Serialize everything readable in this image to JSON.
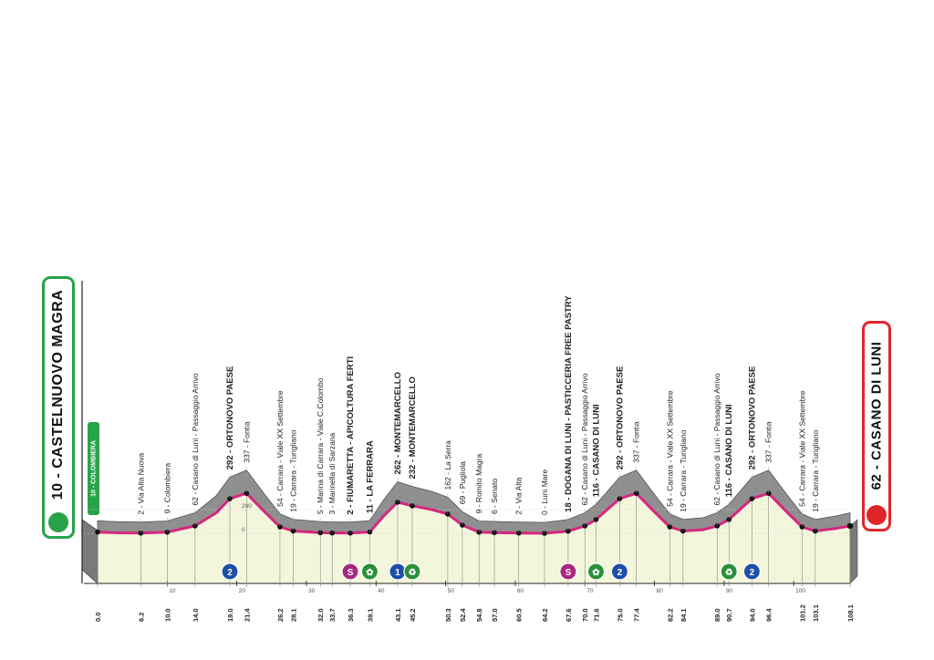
{
  "start": {
    "label": "10 - CASTELNUOVO MAGRA",
    "badge": "10 - COLOMBIERA"
  },
  "finish": {
    "label": "62 - CASANO DI LUNI"
  },
  "colors": {
    "start": "#27a34a",
    "finish": "#e0262b",
    "route_line": "#d6277f",
    "profile_fill": "#8f8f8f",
    "under_fill": "#f4f6dc",
    "sprint": "#a8267f",
    "sign": "#1e4fa8",
    "feed": "#2a8f3a"
  },
  "total_km": 108.1,
  "axis_ticks": [
    "10",
    "20",
    "30",
    "40",
    "50",
    "60",
    "70",
    "80",
    "90",
    "100"
  ],
  "elevation_ticks": [
    "200",
    "0"
  ],
  "locations": [
    {
      "km": 0.0,
      "km_label": "0.0",
      "label": "",
      "major": false
    },
    {
      "km": 6.2,
      "km_label": "6.2",
      "label": "2 - Via Alta Nuova",
      "major": false
    },
    {
      "km": 10.0,
      "km_label": "10.0",
      "label": "9 - Colombiera",
      "major": false
    },
    {
      "km": 14.0,
      "km_label": "14.0",
      "label": "62 - Casano di Luni - Passaggio Arrivo",
      "major": false
    },
    {
      "km": 19.0,
      "km_label": "19.0",
      "label": "292 - ORTONOVO PAESE",
      "major": true
    },
    {
      "km": 21.4,
      "km_label": "21.4",
      "label": "337 - Fontia",
      "major": false
    },
    {
      "km": 26.2,
      "km_label": "26.2",
      "label": "54 - Carrara - Viale XX Settembre",
      "major": false
    },
    {
      "km": 28.1,
      "km_label": "28.1",
      "label": "19 - Carrara - Turigliano",
      "major": false
    },
    {
      "km": 32.0,
      "km_label": "32.0",
      "label": "5 - Marina di Carrara - Viale C.Colombo",
      "major": false
    },
    {
      "km": 33.7,
      "km_label": "33.7",
      "label": "3 - Marinella di Sarzana",
      "major": false
    },
    {
      "km": 36.3,
      "km_label": "36.3",
      "label": "2 - FIUMARETTA - APICOLTURA FERTI",
      "major": true
    },
    {
      "km": 39.1,
      "km_label": "39.1",
      "label": "11 - LA FERRARA",
      "major": true
    },
    {
      "km": 43.1,
      "km_label": "43.1",
      "label": "262 - MONTEMARCELLO",
      "major": true
    },
    {
      "km": 45.2,
      "km_label": "45.2",
      "label": "232 - MONTEMARCELLO",
      "major": true
    },
    {
      "km": 50.3,
      "km_label": "50.3",
      "label": "162 - La Serra",
      "major": false
    },
    {
      "km": 52.4,
      "km_label": "52.4",
      "label": "69 - Pugliola",
      "major": false
    },
    {
      "km": 54.8,
      "km_label": "54.8",
      "label": "9 - Romito Magra",
      "major": false
    },
    {
      "km": 57.0,
      "km_label": "57.0",
      "label": "6 - Senato",
      "major": false
    },
    {
      "km": 60.5,
      "km_label": "60.5",
      "label": "2 - Via Alta",
      "major": false
    },
    {
      "km": 64.2,
      "km_label": "64.2",
      "label": "0 - Luni Mare",
      "major": false
    },
    {
      "km": 67.6,
      "km_label": "67.6",
      "label": "18 - DOGANA DI LUNI - PASTICCERIA FREE PASTRY",
      "major": true
    },
    {
      "km": 70.0,
      "km_label": "70.0",
      "label": "62 - Casano di Luni - Passaggio Arrivo",
      "major": false
    },
    {
      "km": 71.6,
      "km_label": "71.6",
      "label": "116 - CASANO DI LUNI",
      "major": true
    },
    {
      "km": 75.0,
      "km_label": "75.0",
      "label": "292 - ORTONOVO PAESE",
      "major": true
    },
    {
      "km": 77.4,
      "km_label": "77.4",
      "label": "337 - Fontia",
      "major": false
    },
    {
      "km": 82.2,
      "km_label": "82.2",
      "label": "54 - Carrara - Viale XX Settembre",
      "major": false
    },
    {
      "km": 84.1,
      "km_label": "84.1",
      "label": "19 - Carrara - Turigliano",
      "major": false
    },
    {
      "km": 89.0,
      "km_label": "89.0",
      "label": "62 - Casano di Luni - Passaggio Arrivo",
      "major": false
    },
    {
      "km": 90.7,
      "km_label": "90.7",
      "label": "116 - CASANO DI LUNI",
      "major": true
    },
    {
      "km": 94.0,
      "km_label": "94.0",
      "label": "292 - ORTONOVO PAESE",
      "major": true
    },
    {
      "km": 96.4,
      "km_label": "96.4",
      "label": "337 - Fontia",
      "major": false
    },
    {
      "km": 101.2,
      "km_label": "101.2",
      "label": "54 - Carrara - Viale XX Settembre",
      "major": false
    },
    {
      "km": 103.1,
      "km_label": "103.1",
      "label": "19 - Carrara - Turigliano",
      "major": false
    },
    {
      "km": 108.1,
      "km_label": "108.1",
      "label": "",
      "major": false
    }
  ],
  "profile": [
    [
      0,
      10
    ],
    [
      3,
      4
    ],
    [
      6.2,
      2
    ],
    [
      10,
      9
    ],
    [
      14,
      62
    ],
    [
      17,
      170
    ],
    [
      19,
      292
    ],
    [
      21.4,
      337
    ],
    [
      24,
      180
    ],
    [
      26.2,
      54
    ],
    [
      28.1,
      19
    ],
    [
      32,
      5
    ],
    [
      33.7,
      3
    ],
    [
      36.3,
      2
    ],
    [
      39.1,
      11
    ],
    [
      41,
      140
    ],
    [
      43.1,
      262
    ],
    [
      45.2,
      232
    ],
    [
      48,
      200
    ],
    [
      50.3,
      162
    ],
    [
      52.4,
      69
    ],
    [
      54.8,
      9
    ],
    [
      57,
      6
    ],
    [
      60.5,
      2
    ],
    [
      64.2,
      0
    ],
    [
      67.6,
      18
    ],
    [
      70,
      62
    ],
    [
      71.6,
      116
    ],
    [
      75,
      292
    ],
    [
      77.4,
      337
    ],
    [
      80,
      180
    ],
    [
      82.2,
      54
    ],
    [
      84.1,
      19
    ],
    [
      87,
      30
    ],
    [
      89,
      62
    ],
    [
      90.7,
      116
    ],
    [
      94,
      292
    ],
    [
      96.4,
      337
    ],
    [
      99,
      180
    ],
    [
      101.2,
      54
    ],
    [
      103.1,
      19
    ],
    [
      106,
      40
    ],
    [
      108.1,
      62
    ]
  ],
  "markers": [
    {
      "km": 19.0,
      "type": "sign",
      "label": "2"
    },
    {
      "km": 36.3,
      "type": "sprint",
      "label": "S"
    },
    {
      "km": 39.1,
      "type": "feed",
      "label": "✿"
    },
    {
      "km": 43.1,
      "type": "sign",
      "label": "1"
    },
    {
      "km": 45.2,
      "type": "feed",
      "label": "♻"
    },
    {
      "km": 67.6,
      "type": "sprint",
      "label": "S"
    },
    {
      "km": 71.6,
      "type": "feed",
      "label": "✿"
    },
    {
      "km": 75.0,
      "type": "sign",
      "label": "2"
    },
    {
      "km": 90.7,
      "type": "feed",
      "label": "♻"
    },
    {
      "km": 94.0,
      "type": "sign",
      "label": "2"
    }
  ]
}
